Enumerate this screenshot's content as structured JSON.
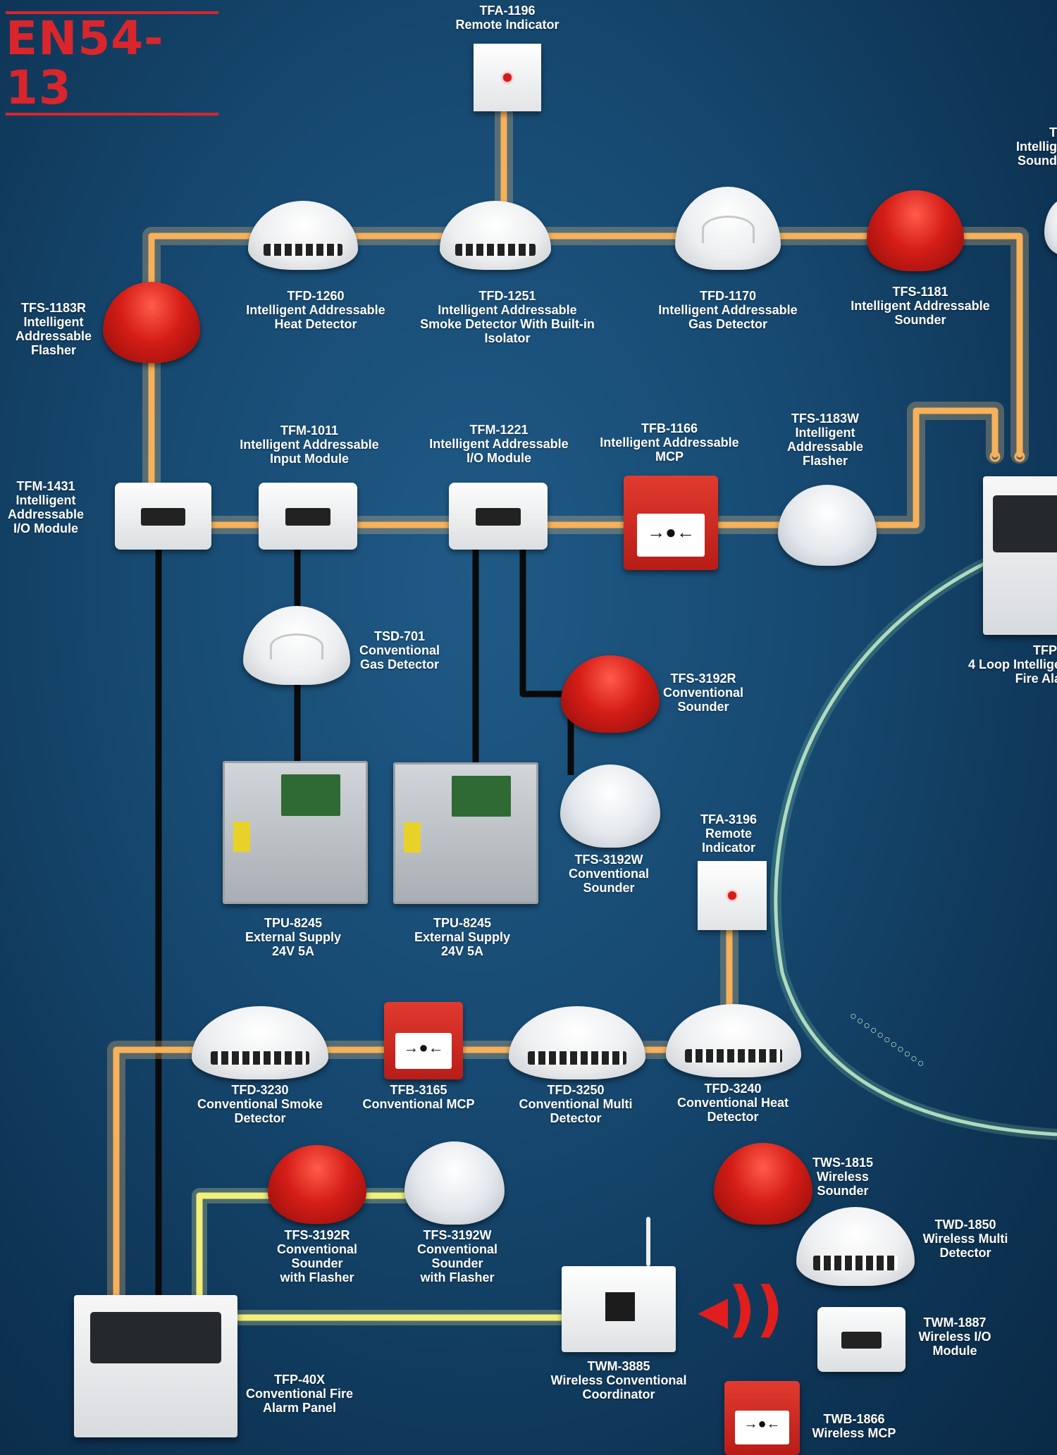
{
  "logo": "EN54-13",
  "devices": {
    "tfa1196": {
      "code": "TFA-1196",
      "desc": "Remote Indicator"
    },
    "tfs_right_partial": {
      "code": "T",
      "desc1": "Intellig",
      "desc2": "Sound"
    },
    "tfd1260": {
      "code": "TFD-1260",
      "desc1": "Intelligent Addressable",
      "desc2": "Heat Detector"
    },
    "tfd1251": {
      "code": "TFD-1251",
      "desc1": "Intelligent Addressable",
      "desc2": "Smoke Detector With Built-in",
      "desc3": "Isolator"
    },
    "tfd1170": {
      "code": "TFD-1170",
      "desc1": "Intelligent Addressable",
      "desc2": "Gas Detector"
    },
    "tfs1181": {
      "code": "TFS-1181",
      "desc1": "Intelligent Addressable",
      "desc2": "Sounder"
    },
    "tfs1183r": {
      "code": "TFS-1183R",
      "desc1": "Intelligent",
      "desc2": "Addressable",
      "desc3": "Flasher"
    },
    "tfm1011": {
      "code": "TFM-1011",
      "desc1": "Intelligent Addressable",
      "desc2": "Input Module"
    },
    "tfm1221": {
      "code": "TFM-1221",
      "desc1": "Intelligent Addressable",
      "desc2": "I/O Module"
    },
    "tfb1166": {
      "code": "TFB-1166",
      "desc1": "Intelligent Addressable",
      "desc2": "MCP"
    },
    "tfs1183w": {
      "code": "TFS-1183W",
      "desc1": "Intelligent",
      "desc2": "Addressable",
      "desc3": "Flasher"
    },
    "tfm1431": {
      "code": "TFM-1431",
      "desc1": "Intelligent",
      "desc2": "Addressable",
      "desc3": "I/O Module"
    },
    "tfp_right_partial": {
      "code": "TFP-",
      "desc1": "4 Loop Intellige",
      "desc2": "Fire Ala"
    },
    "tsd701": {
      "code": "TSD-701",
      "desc1": "Conventional",
      "desc2": "Gas Detector"
    },
    "tfs3192r": {
      "code": "TFS-3192R",
      "desc1": "Conventional",
      "desc2": "Sounder"
    },
    "tfs3192w": {
      "code": "TFS-3192W",
      "desc1": "Conventional",
      "desc2": "Sounder"
    },
    "tfa3196": {
      "code": "TFA-3196",
      "desc1": "Remote",
      "desc2": "Indicator"
    },
    "tpu8245a": {
      "code": "TPU-8245",
      "desc1": "External Supply",
      "desc2": "24V 5A"
    },
    "tpu8245b": {
      "code": "TPU-8245",
      "desc1": "External Supply",
      "desc2": "24V 5A"
    },
    "tfd3230": {
      "code": "TFD-3230",
      "desc1": "Conventional Smoke",
      "desc2": "Detector"
    },
    "tfb3165": {
      "code": "TFB-3165",
      "desc1": "Conventional MCP"
    },
    "tfd3250": {
      "code": "TFD-3250",
      "desc1": "Conventional Multi",
      "desc2": "Detector"
    },
    "tfd3240": {
      "code": "TFD-3240",
      "desc1": "Conventional Heat",
      "desc2": "Detector"
    },
    "tws1815": {
      "code": "TWS-1815",
      "desc1": "Wireless",
      "desc2": "Sounder"
    },
    "tfs3192r_f": {
      "code": "TFS-3192R",
      "desc1": "Conventional",
      "desc2": "Sounder",
      "desc3": "with Flasher"
    },
    "tfs3192w_f": {
      "code": "TFS-3192W",
      "desc1": "Conventional",
      "desc2": "Sounder",
      "desc3": "with Flasher"
    },
    "twd1850": {
      "code": "TWD-1850",
      "desc1": "Wireless Multi",
      "desc2": "Detector"
    },
    "twm1887": {
      "code": "TWM-1887",
      "desc1": "Wireless I/O",
      "desc2": "Module"
    },
    "tfp40x": {
      "code": "TFP-40X",
      "desc1": "Conventional Fire",
      "desc2": "Alarm Panel"
    },
    "twm3885": {
      "code": "TWM-3885",
      "desc1": "Wireless Conventional",
      "desc2": "Coordinator"
    },
    "twb1866": {
      "code": "TWB-1866",
      "desc1": "Wireless MCP"
    }
  },
  "colors": {
    "brand_red": "#d8262c",
    "loop_wire": "#f6b15a",
    "conventional_wire": "#f2f07a",
    "background": "#174a72"
  }
}
